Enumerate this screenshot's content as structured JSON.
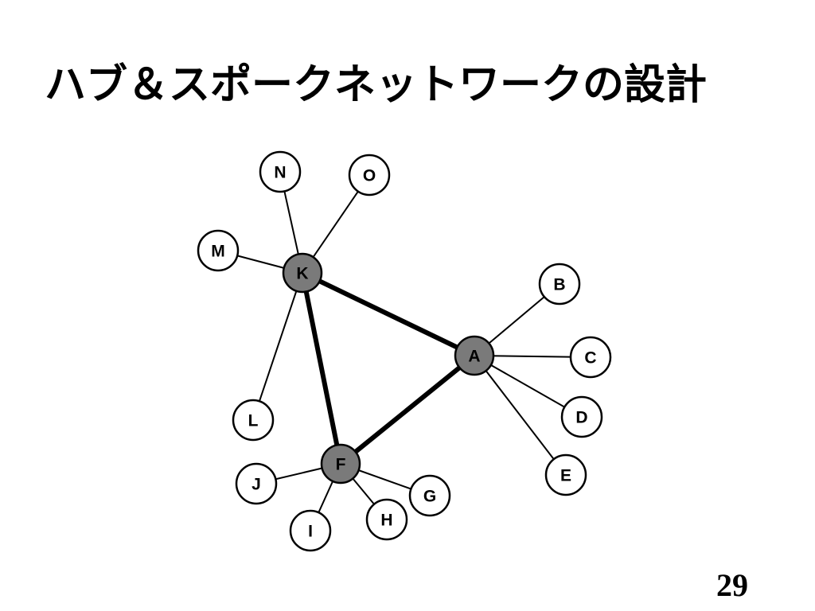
{
  "slide": {
    "title": "ハブ＆スポークネットワークの設計",
    "page_number": "29"
  },
  "diagram": {
    "colors": {
      "hub_fill": "#7a7a7a",
      "spoke_fill": "#ffffff",
      "stroke": "#000000"
    },
    "hubs": [
      "K",
      "A",
      "F"
    ],
    "nodes": [
      {
        "id": "K",
        "label": "K",
        "type": "hub"
      },
      {
        "id": "A",
        "label": "A",
        "type": "hub"
      },
      {
        "id": "F",
        "label": "F",
        "type": "hub"
      },
      {
        "id": "N",
        "label": "N",
        "type": "spoke"
      },
      {
        "id": "O",
        "label": "O",
        "type": "spoke"
      },
      {
        "id": "M",
        "label": "M",
        "type": "spoke"
      },
      {
        "id": "L",
        "label": "L",
        "type": "spoke"
      },
      {
        "id": "B",
        "label": "B",
        "type": "spoke"
      },
      {
        "id": "C",
        "label": "C",
        "type": "spoke"
      },
      {
        "id": "D",
        "label": "D",
        "type": "spoke"
      },
      {
        "id": "E",
        "label": "E",
        "type": "spoke"
      },
      {
        "id": "J",
        "label": "J",
        "type": "spoke"
      },
      {
        "id": "I",
        "label": "I",
        "type": "spoke"
      },
      {
        "id": "H",
        "label": "H",
        "type": "spoke"
      },
      {
        "id": "G",
        "label": "G",
        "type": "spoke"
      }
    ],
    "edges": [
      {
        "from": "K",
        "to": "A",
        "kind": "trunk"
      },
      {
        "from": "K",
        "to": "F",
        "kind": "trunk"
      },
      {
        "from": "A",
        "to": "F",
        "kind": "trunk"
      },
      {
        "from": "K",
        "to": "N",
        "kind": "spoke"
      },
      {
        "from": "K",
        "to": "O",
        "kind": "spoke"
      },
      {
        "from": "K",
        "to": "M",
        "kind": "spoke"
      },
      {
        "from": "K",
        "to": "L",
        "kind": "spoke"
      },
      {
        "from": "A",
        "to": "B",
        "kind": "spoke"
      },
      {
        "from": "A",
        "to": "C",
        "kind": "spoke"
      },
      {
        "from": "A",
        "to": "D",
        "kind": "spoke"
      },
      {
        "from": "A",
        "to": "E",
        "kind": "spoke"
      },
      {
        "from": "F",
        "to": "J",
        "kind": "spoke"
      },
      {
        "from": "F",
        "to": "I",
        "kind": "spoke"
      },
      {
        "from": "F",
        "to": "H",
        "kind": "spoke"
      },
      {
        "from": "F",
        "to": "G",
        "kind": "spoke"
      }
    ]
  }
}
